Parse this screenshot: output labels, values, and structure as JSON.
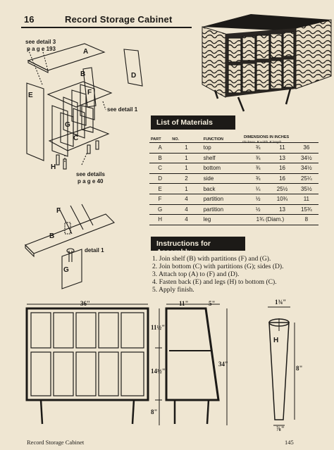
{
  "header": {
    "page_number": "16",
    "title": "Record Storage Cabinet"
  },
  "exploded_view": {
    "part_labels": [
      "A",
      "B",
      "C",
      "D",
      "E",
      "F",
      "G",
      "H"
    ],
    "callouts": {
      "detail3": "see detail 3",
      "page193": "p a g e  193",
      "detail1": "see detail 1",
      "details": "see details",
      "page40": "p a g e  40"
    }
  },
  "detail_view": {
    "labels": [
      "F",
      "B",
      "G"
    ],
    "caption": "detail 1"
  },
  "materials": {
    "heading": "List of Materials",
    "dimensions_heading": "DIMENSIONS IN INCHES",
    "dimensions_sub": "thickness  ✕  width  ✕  length",
    "columns": {
      "part": "PART",
      "no": "NO.",
      "function": "FUNCTION"
    },
    "rows": [
      {
        "part": "A",
        "no": "1",
        "function": "top",
        "thickness": "¾",
        "width": "11",
        "length": "36"
      },
      {
        "part": "B",
        "no": "1",
        "function": "shelf",
        "thickness": "¾",
        "width": "13",
        "length": "34½"
      },
      {
        "part": "C",
        "no": "1",
        "function": "bottom",
        "thickness": "¾",
        "width": "16",
        "length": "34½"
      },
      {
        "part": "D",
        "no": "2",
        "function": "side",
        "thickness": "¾",
        "width": "16",
        "length": "25¼"
      },
      {
        "part": "E",
        "no": "1",
        "function": "back",
        "thickness": "¼",
        "width": "25½",
        "length": "35½"
      },
      {
        "part": "F",
        "no": "4",
        "function": "partition",
        "thickness": "½",
        "width": "10¾",
        "length": "11"
      },
      {
        "part": "G",
        "no": "4",
        "function": "partition",
        "thickness": "½",
        "width": "13",
        "length": "15¾"
      },
      {
        "part": "H",
        "no": "4",
        "function": "leg",
        "thickness": "1¾ (Diam.)",
        "width": "",
        "length": "8"
      }
    ]
  },
  "assembly": {
    "heading": "Instructions for Assembly",
    "steps": [
      "1.  Join shelf (B) with partitions (F) and (G).",
      "2.  Join bottom (C) with partitions (G); sides (D).",
      "3.  Attach top (A) to (F) and (D).",
      "4.  Fasten back (E) and legs (H) to bottom (C).",
      "5.  Apply finish."
    ]
  },
  "front_view": {
    "width": "36\"",
    "upper": "11½\"",
    "lower": "14½\"",
    "leg": "8\""
  },
  "side_view": {
    "top": "11\"",
    "offset": "5\"",
    "height": "34\""
  },
  "leg_view": {
    "label": "H",
    "top": "1¾\"",
    "length": "8\"",
    "bottom": "⅞\""
  },
  "footer": {
    "left": "Record Storage Cabinet",
    "right": "145"
  }
}
